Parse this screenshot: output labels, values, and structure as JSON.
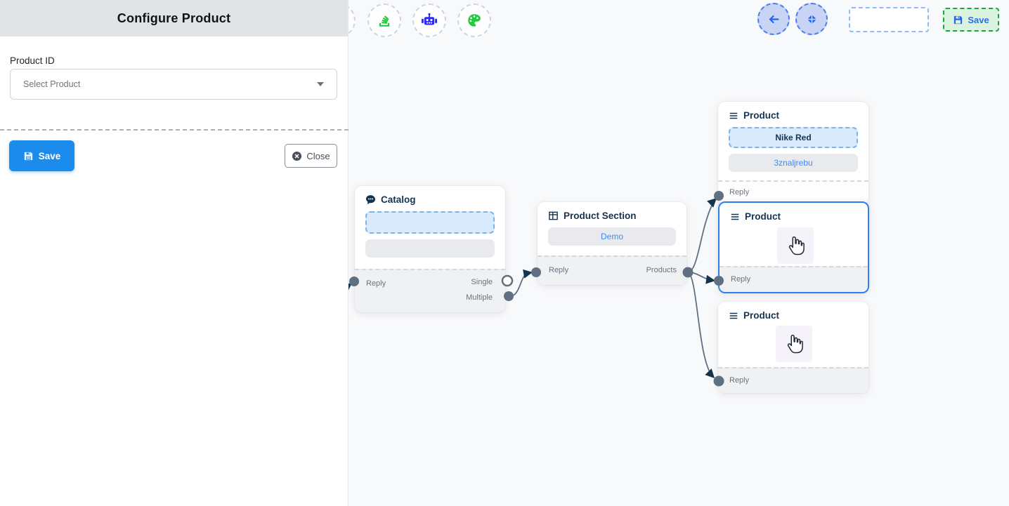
{
  "panel": {
    "title": "Configure Product",
    "product_id_label": "Product ID",
    "select_placeholder": "Select Product",
    "save_label": "Save",
    "close_label": "Close"
  },
  "topbar": {
    "icons": [
      "layers-icon",
      "robot-icon",
      "palette-icon"
    ],
    "nav_icons": [
      "back-arrow-icon",
      "fit-view-icon"
    ],
    "save_label": "Save"
  },
  "nodes": {
    "catalog": {
      "title": "Catalog",
      "reply": "Reply",
      "single": "Single",
      "multiple": "Multiple"
    },
    "product_section": {
      "title": "Product Section",
      "item": "Demo",
      "reply": "Reply",
      "products": "Products"
    },
    "product1": {
      "title": "Product",
      "item1": "Nike Red",
      "item2": "3znaljrebu",
      "reply": "Reply"
    },
    "product2": {
      "title": "Product",
      "reply": "Reply"
    },
    "product3": {
      "title": "Product",
      "reply": "Reply"
    }
  },
  "colors": {
    "accent_blue": "#1b8ceb",
    "selection_blue": "#2f80ed",
    "edge_gray": "#5f7082",
    "arrow_navy": "#14344d",
    "toolbar_green": "#22c93d",
    "robot_blue": "#2b2bf5",
    "topbar_save_green": "#1da53f"
  }
}
